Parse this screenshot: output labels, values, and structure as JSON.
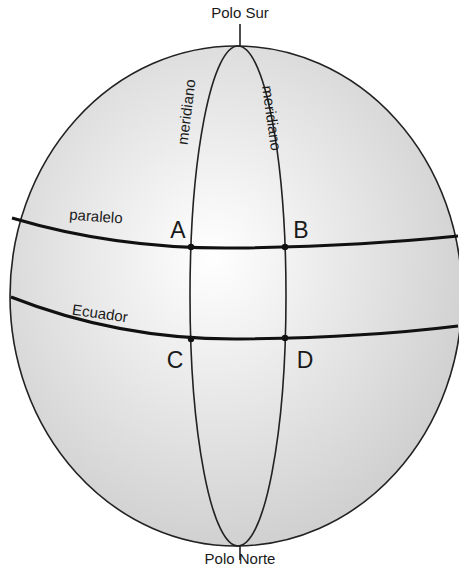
{
  "diagram": {
    "labels": [
      "Polo Sur",
      "meridiano",
      "meridiano",
      "paralelo",
      "A",
      "B",
      "Ecuador",
      "C",
      "D",
      "Polo Norte"
    ]
  }
}
